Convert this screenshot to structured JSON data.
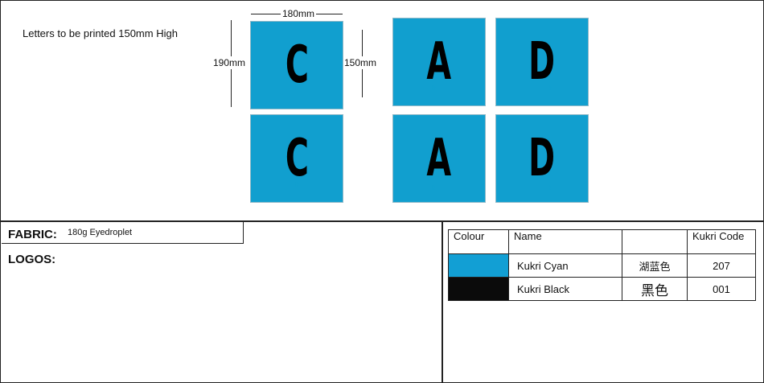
{
  "artwork": {
    "note": "Letters to be printed 150mm High",
    "dimensions": {
      "width": "180mm",
      "height": "190mm",
      "letter_height": "150mm"
    },
    "patches": [
      {
        "letter": "C",
        "mark": "k"
      },
      {
        "letter": "A",
        "mark": "k"
      },
      {
        "letter": "D",
        "mark": "k"
      },
      {
        "letter": "C",
        "mark": "k"
      },
      {
        "letter": "A",
        "mark": "k"
      },
      {
        "letter": "D",
        "mark": "k"
      }
    ]
  },
  "fabric": {
    "label": "FABRIC:",
    "value": "180g Eyedroplet"
  },
  "logos": {
    "label": "LOGOS:"
  },
  "colour_table": {
    "headers": [
      "Colour",
      "Name",
      "",
      "Kukri Code"
    ],
    "rows": [
      {
        "swatch": "#129fd4",
        "name": "Kukri Cyan",
        "chinese": "湖蓝色",
        "code": "207"
      },
      {
        "swatch": "#0b0b0b",
        "name": "Kukri Black",
        "chinese": "黑色",
        "code": "001"
      }
    ]
  },
  "colors": {
    "patch_cyan": "#119fcf",
    "letter_black": "#000000"
  }
}
